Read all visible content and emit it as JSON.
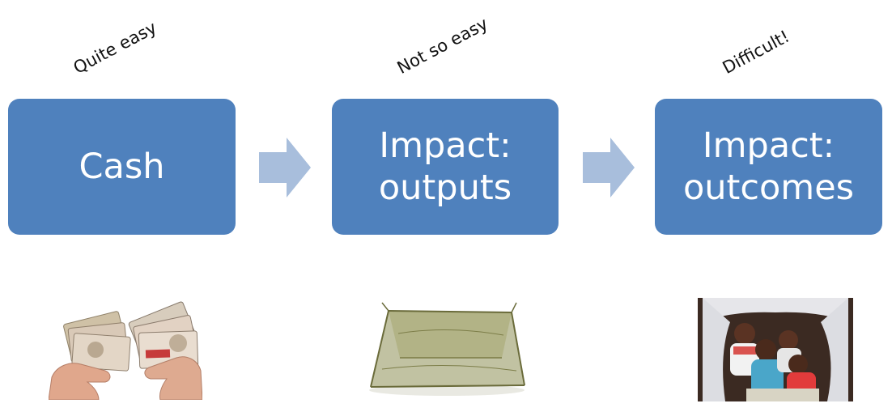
{
  "stages": [
    {
      "difficulty": "Quite easy",
      "lines": [
        "Cash"
      ]
    },
    {
      "difficulty": "Not so easy",
      "lines": [
        "Impact:",
        "outputs"
      ]
    },
    {
      "difficulty": "Difficult!",
      "lines": [
        "Impact:",
        "outcomes"
      ]
    }
  ],
  "pictures": [
    {
      "name": "banknotes-in-hands-picture"
    },
    {
      "name": "mosquito-net-picture"
    },
    {
      "name": "children-under-net-picture"
    }
  ],
  "colors": {
    "box_fill": "#4f81bd",
    "box_text": "#ffffff",
    "arrow_fill": "#a8bedc",
    "label_text": "#111111"
  }
}
